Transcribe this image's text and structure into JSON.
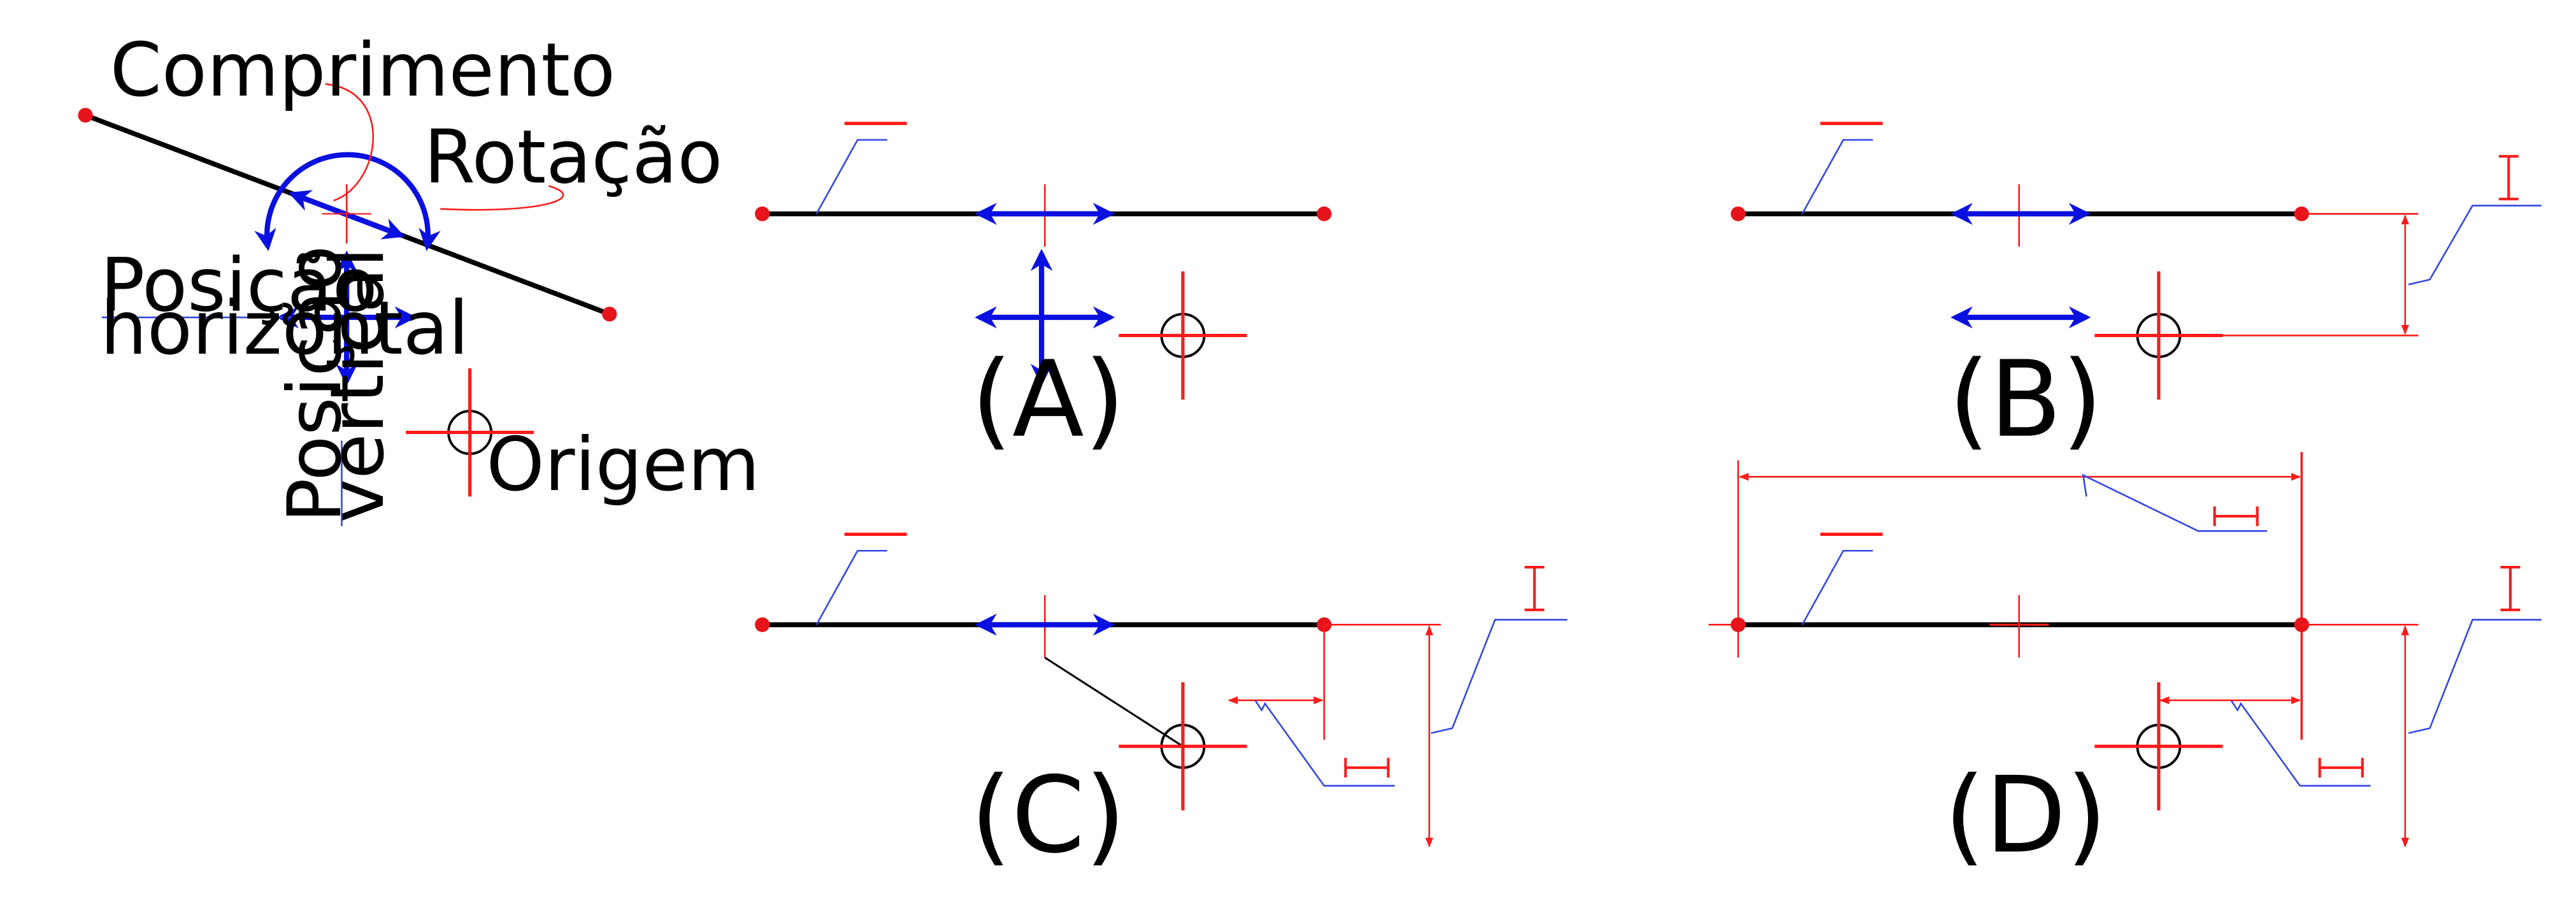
{
  "legend": {
    "length_label": "Comprimento",
    "rotation_label": "Rotação",
    "horizontal_label_line1": "Posição",
    "horizontal_label_line2": "horizontal",
    "vertical_label_line1": "Posição",
    "vertical_label_line2": "vertical",
    "origin_label": "Origem"
  },
  "panels": [
    {
      "id": "A",
      "label": "(A)"
    },
    {
      "id": "B",
      "label": "(B)"
    },
    {
      "id": "C",
      "label": "(C)"
    },
    {
      "id": "D",
      "label": "(D)"
    }
  ],
  "colors": {
    "segment": "#000000",
    "endpoint": "#e8141b",
    "constraint_red": "#ff1a1a",
    "handle_blue": "#0a10e0",
    "leader_blue": "#3346e6"
  }
}
